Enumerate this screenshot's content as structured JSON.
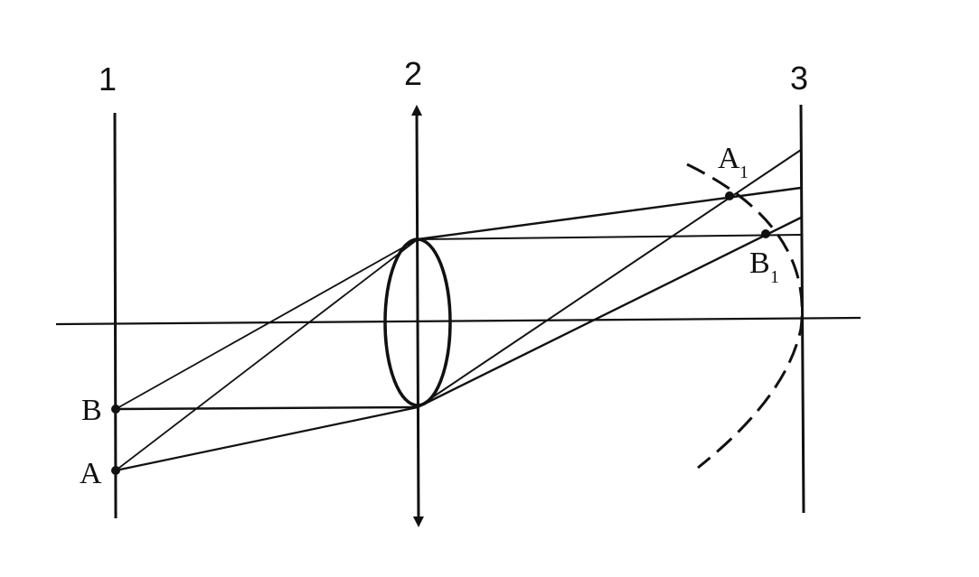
{
  "diagram": {
    "planes": [
      {
        "id": "plane-1",
        "label": "1"
      },
      {
        "id": "plane-2",
        "label": "2"
      },
      {
        "id": "plane-3",
        "label": "3"
      }
    ],
    "points": {
      "A": {
        "main": "A",
        "sub": ""
      },
      "B": {
        "main": "B",
        "sub": ""
      },
      "A1": {
        "main": "A",
        "sub": "1"
      },
      "B1": {
        "main": "B",
        "sub": "1"
      }
    },
    "colors": {
      "ink": "#111111",
      "background": "#ffffff"
    }
  }
}
